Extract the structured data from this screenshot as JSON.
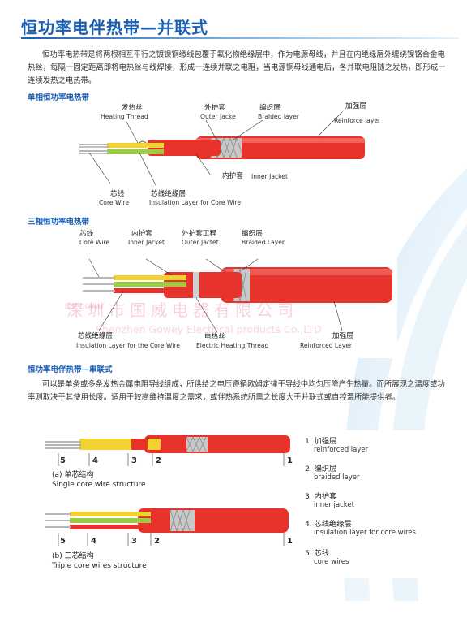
{
  "title": "恒功率电伴热带—并联式",
  "intro": "恒功率电热带是将两根相互平行之镀镍铜缴线包覆于氟化物绝缘层中，作为电源母线，并且在内绝缘层外缠绕镍铬合金电热丝，每隔一固定距离即将电热丝与线焊接，形成一连续并联之电阻，当电源铜母线通电后，各并联电阻随之发热，即形成一连续发热之电热带。",
  "single": {
    "heading": "单相恒功率电热带",
    "labels": {
      "heat_cn": "发热丝",
      "heat_en": "Heating Thread",
      "outer_cn": "外护套",
      "outer_en": "Outer Jacke",
      "braid_cn": "编织层",
      "braid_en": "Braided layer",
      "reinf_cn": "加强层",
      "reinf_en": "Reinforce layer",
      "inner_cn": "内护套",
      "inner_en": "Inner Jacket",
      "core_cn": "芯线",
      "core_en": "Core Wire",
      "ins_cn": "芯线绝缘层",
      "ins_en": "Insulation Layer for Core Wire"
    }
  },
  "triple": {
    "heading": "三相恒功率电热带",
    "labels": {
      "core_cn": "芯线",
      "core_en": "Core Wire",
      "inner_cn": "内护套",
      "inner_en": "Inner Jacket",
      "outer_cn": "外护套工程",
      "outer_en": "Outer Jactet",
      "braid_cn": "编织层",
      "braid_en": "Braided Layer",
      "ins_cn": "芯线绝缘层",
      "ins_en": "Insulation Layer for the Core Wire",
      "heat_cn": "电热丝",
      "heat_en": "Electric Heating Thread",
      "reinf_cn": "加强层",
      "reinf_en": "Reinforced Layer"
    }
  },
  "watermark": {
    "cn": "深圳市国威电器有限公司",
    "en": "Shenzhen Gowey Electrical products Co.,LTD",
    "logo": "国威 GOWAY"
  },
  "series": {
    "heading": "恒功率电伴热带—串联式",
    "text": "可以是单条或多条发热金属电阻导线组成，所供给之电压遵循欧姆定律于导线中均匀压降产生热量。而所展现之温度或功率则取决于其使用长度。适用于较高维持温度之需求，或伴热系统所需之长度大于并联式或自控温所能提供者。",
    "numbers": [
      "5",
      "4",
      "3",
      "2",
      "1"
    ],
    "caption_a_cn": "(a) 单芯结构",
    "caption_a_en": "Single core wire structure",
    "caption_b_cn": "(b) 三芯结构",
    "caption_b_en": "Triple core wires structure",
    "legend": [
      {
        "cn": "1. 加强层",
        "en": "reinforced layer"
      },
      {
        "cn": "2. 编织层",
        "en": "braided layer"
      },
      {
        "cn": "3. 内护套",
        "en": "inner jacket"
      },
      {
        "cn": "4. 芯线绝缘层",
        "en": "insulation layer for core wires"
      },
      {
        "cn": "5. 芯线",
        "en": "core wires"
      }
    ]
  },
  "colors": {
    "title_blue": "#1a5fb4",
    "cable_red": "#e8322c",
    "insulation_yellow": "#f2d231",
    "insulation_green": "#9ccc42",
    "braid_grey": "#c8c8c8"
  }
}
